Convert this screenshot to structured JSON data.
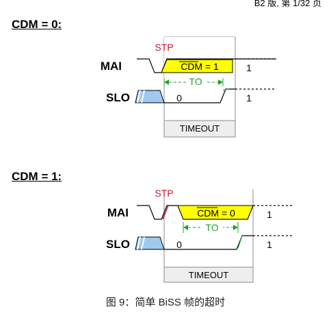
{
  "page_header_fragment": "B2 版, 第 1/32 页",
  "diagrams": [
    {
      "heading": "CDM = 0:",
      "stop_label": "STP",
      "master_label": "MAI",
      "slave_label": "SLO",
      "cdm_text": "CDM = 1",
      "to_label": "TO",
      "slo_low_value": "0",
      "mai_after_value": "1",
      "slo_after_value": "1",
      "timeout_label": "TIMEOUT"
    },
    {
      "heading": "CDM = 1:",
      "stop_label": "STP",
      "master_label": "MAI",
      "slave_label": "SLO",
      "cdm_text": "CDM = 0",
      "to_label": "TO",
      "slo_low_value": "0",
      "mai_after_value": "1",
      "slo_after_value": "1",
      "timeout_label": "TIMEOUT"
    }
  ],
  "caption": "图 9：简单 BiSS 帧的超时",
  "colors": {
    "cdm_fill": "#ffff00",
    "slo_data_fill": "#9fc8ee",
    "stop_red": "#c8102e",
    "timeout_green": "#22a02a",
    "timeout_box_fill": "#eeeeee",
    "line": "#000000",
    "gray_border": "#888888"
  }
}
